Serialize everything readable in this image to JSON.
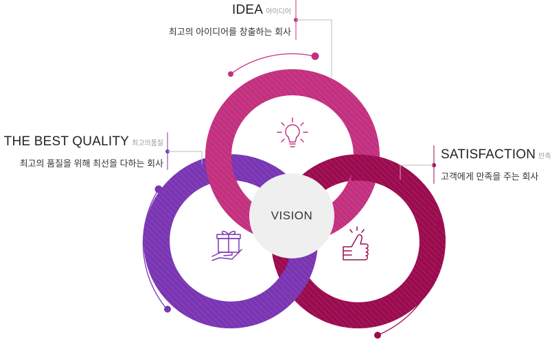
{
  "diagram": {
    "center_label": "VISION",
    "items": [
      {
        "key": "idea",
        "title": "IDEA",
        "sub": "아이디어",
        "desc": "최고의 아이디어를 창출하는 회사",
        "icon": "lightbulb-icon",
        "color": "#c3307f"
      },
      {
        "key": "quality",
        "title": "THE BEST QUALITY",
        "sub": "최고의품질",
        "desc": "최고의 품질을 위해 최선을 다하는 회사",
        "icon": "gift-hand-icon",
        "color": "#7a35b3"
      },
      {
        "key": "satisfaction",
        "title": "SATISFACTION",
        "sub": "만족",
        "desc": "고객에게 만족을 주는 회사",
        "icon": "thumbs-up-icon",
        "color": "#9b0b4f"
      }
    ]
  }
}
